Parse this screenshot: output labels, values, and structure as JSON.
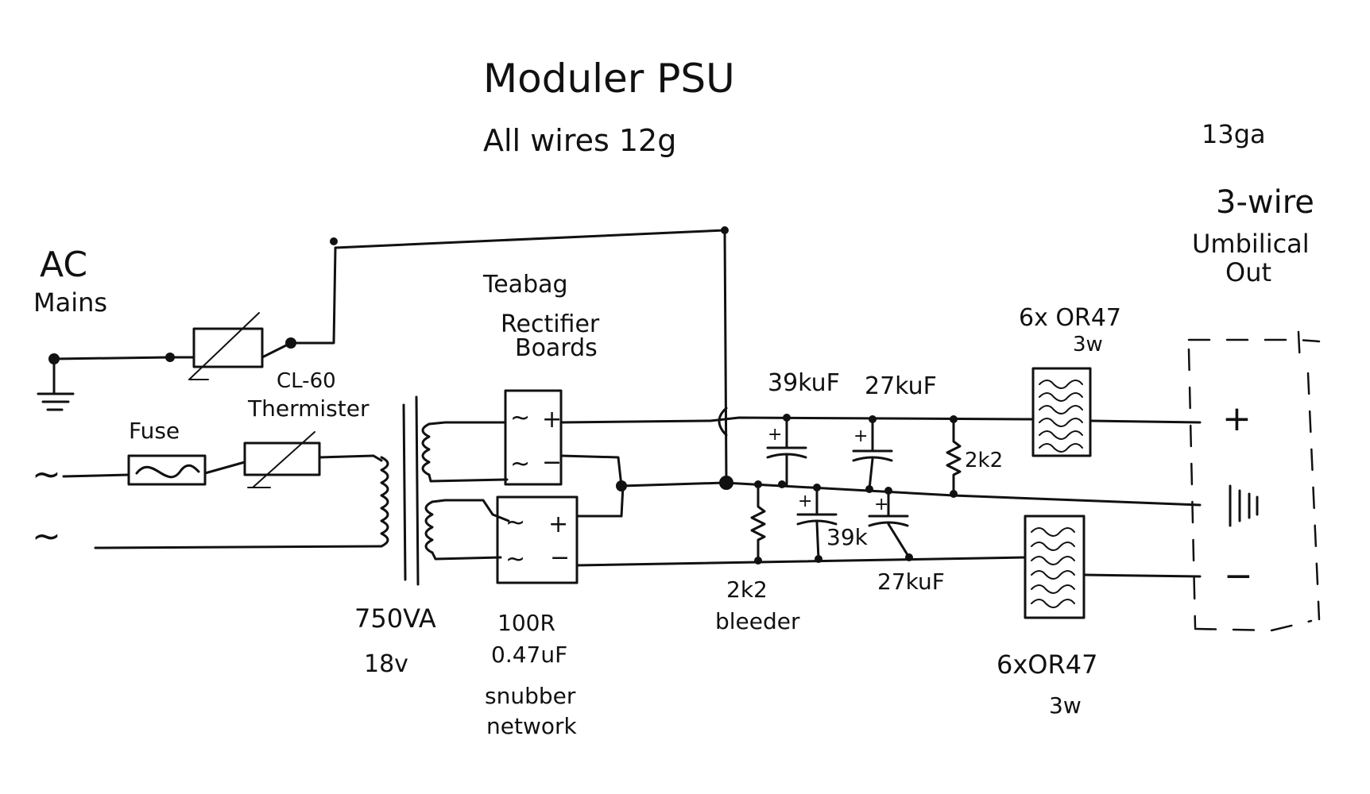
{
  "title": "Moduler PSU",
  "subtitle": "All wires 12g",
  "labels": {
    "ac_mains_1": "AC",
    "ac_mains_2": "Mains",
    "ac_symbol": "~",
    "fuse": "Fuse",
    "thermistor_1": "CL-60",
    "thermistor_2": "Thermister",
    "transformer_1": "750VA",
    "transformer_2": "18v",
    "rectifier_1": "Teabag",
    "rectifier_2": "Rectifier",
    "rectifier_3": "Boards",
    "plus": "+",
    "minus": "−",
    "snubber_1": "100R",
    "snubber_2": "0.47uF",
    "snubber_3": "snubber",
    "snubber_4": "network",
    "cap_top_1": "39kuF",
    "cap_top_2": "27kuF",
    "res_top": "2k2",
    "cap_bot_1": "39k",
    "cap_bot_2": "27kuF",
    "bleeder_1": "2k2",
    "bleeder_2": "bleeder",
    "resbank_top_1": "6x OR47",
    "resbank_top_2": "3w",
    "resbank_bot_1": "6xOR47",
    "resbank_bot_2": "3w",
    "gauge": "13ga",
    "umbilical_1": "3-wire",
    "umbilical_2": "Umbilical",
    "umbilical_3": "Out",
    "out_plus": "+",
    "out_minus": "−"
  }
}
